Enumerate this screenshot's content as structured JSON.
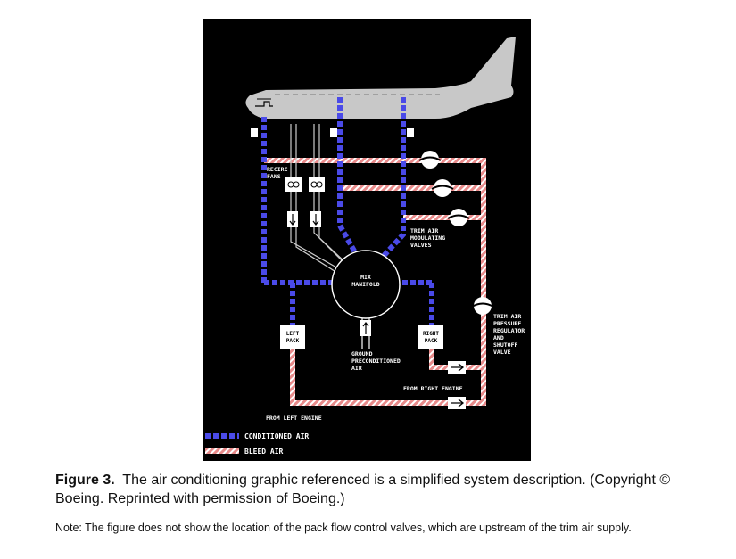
{
  "diagram": {
    "labels": {
      "recirc_fans": [
        "RECIRC",
        "FANS"
      ],
      "trim_air_valves": [
        "TRIM AIR",
        "MODULATING",
        "VALVES"
      ],
      "mix_manifold": [
        "MIX",
        "MANIFOLD"
      ],
      "trim_air_pressure": [
        "TRIM AIR",
        "PRESSURE",
        "REGULATOR",
        "AND",
        "SHUTOFF",
        "VALVE"
      ],
      "left_pack": [
        "LEFT",
        "PACK"
      ],
      "right_pack": [
        "RIGHT",
        "PACK"
      ],
      "ground_air": [
        "GROUND",
        "PRECONDITIONED",
        "AIR"
      ],
      "from_right_engine": "FROM RIGHT ENGINE",
      "from_left_engine": "FROM LEFT ENGINE"
    },
    "legend": {
      "conditioned": "CONDITIONED AIR",
      "bleed": "BLEED AIR"
    },
    "colors": {
      "conditioned": "#4a4ae8",
      "bleed": "#e88a8a",
      "background": "#000000",
      "aircraft": "#c8c8c8"
    }
  },
  "caption": {
    "label": "Figure 3.",
    "text": "The air conditioning graphic referenced is a simplified system description. (Copyright © Boeing. Reprinted with permission of Boeing.)"
  },
  "note": "Note: The figure does not show the location of the pack flow control valves, which are upstream of the trim air supply."
}
